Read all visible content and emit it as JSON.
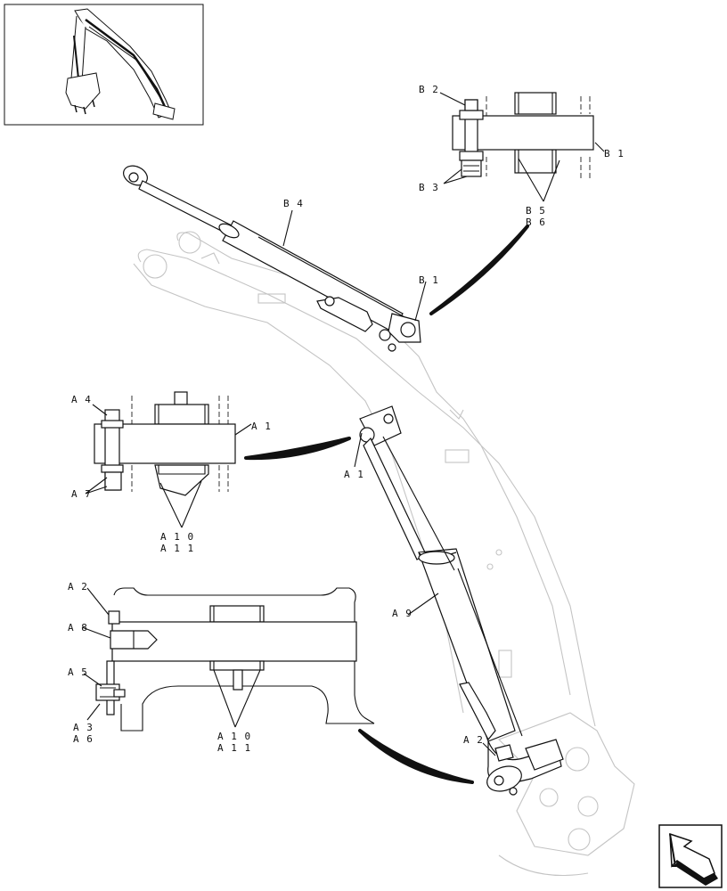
{
  "labels": {
    "b2": "B 2",
    "b1_detail": "B 1",
    "b3": "B 3",
    "b4": "B 4",
    "b5": "B 5",
    "b6": "B 6",
    "b1_main": "B 1",
    "a4": "A 4",
    "a1_detail": "A 1",
    "a7": "A 7",
    "a10_top": "A 1 0",
    "a11_top": "A 1 1",
    "a1_main": "A 1",
    "a2_detail": "A 2",
    "a8": "A 8",
    "a5": "A 5",
    "a3": "A 3",
    "a6": "A 6",
    "a10_bottom": "A 1 0",
    "a11_bottom": "A 1 1",
    "a9": "A 9",
    "a2_main": "A 2"
  },
  "icons": {
    "thumbnail": "excavator-arm-thumbnail-icon",
    "navigation": "return-arrow-icon"
  },
  "colors": {
    "ink": "#111111",
    "ghost_outline": "#c4c4c4",
    "background": "#ffffff"
  }
}
